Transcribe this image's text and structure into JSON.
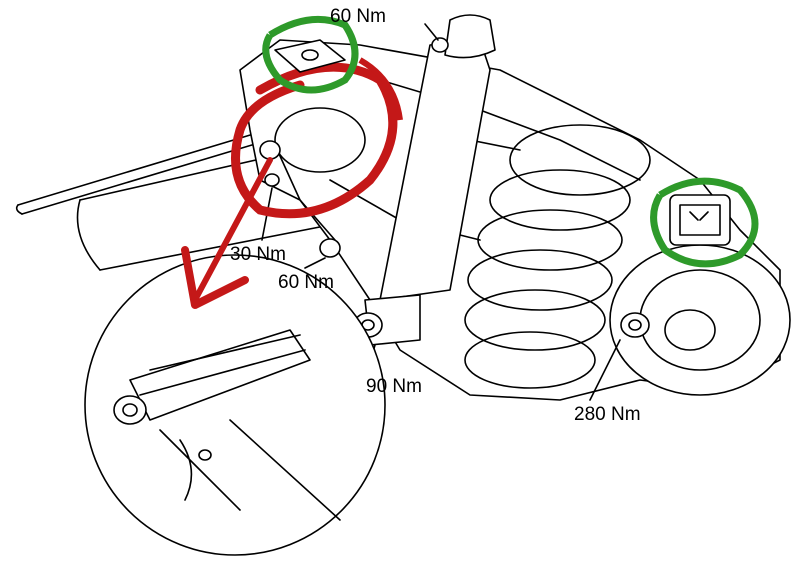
{
  "torque_labels": {
    "shock_top": "60 Nm",
    "link_upper": "30 Nm",
    "link_lower": "60 Nm",
    "shock_bottom": "90 Nm",
    "hub_bolt": "280 Nm"
  },
  "annotation_colors": {
    "red": "#c41818",
    "green": "#2e9a2a"
  }
}
